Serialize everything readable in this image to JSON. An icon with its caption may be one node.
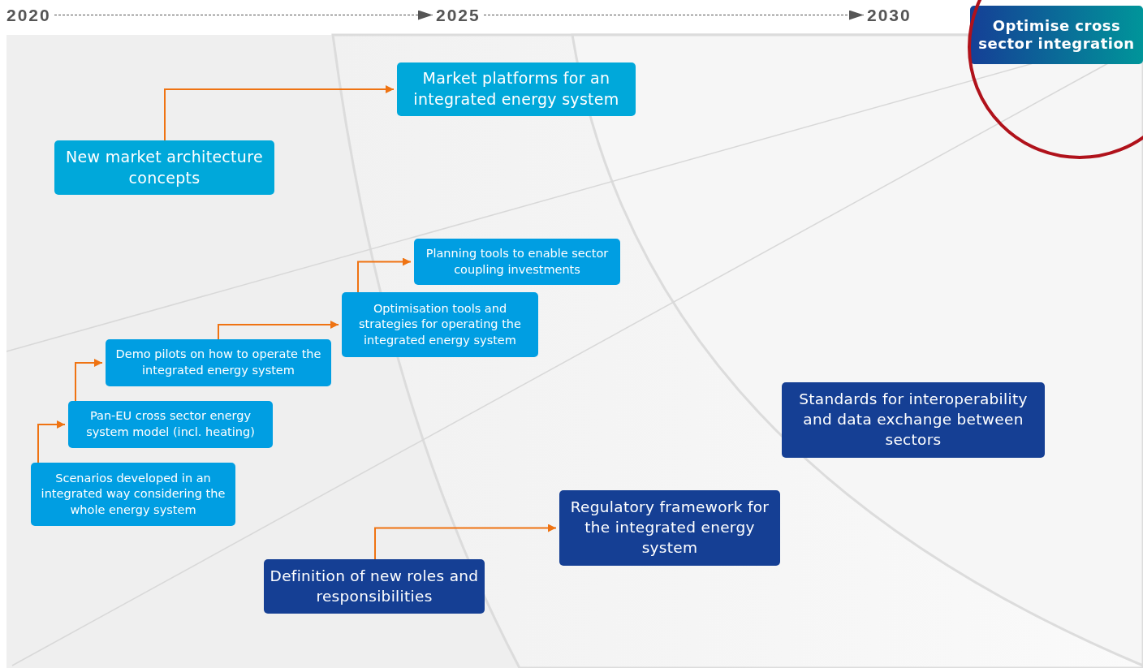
{
  "diagram": {
    "nodes": [
      {
        "text": [
          "2020"
        ]
      },
      {
        "text": [
          "2025"
        ]
      },
      {
        "text": [
          "2030"
        ]
      },
      {
        "text": [
          "Optimise cross sector integration"
        ]
      },
      {
        "text": [
          "Market platforms for an integrated energy system"
        ]
      },
      {
        "text": [
          "New market architecture concepts"
        ]
      },
      {
        "text": [
          "Planning tools to enable sector coupling investments"
        ]
      },
      {
        "text": [
          "Optimisation tools and strategies for operating the integrated energy system"
        ]
      },
      {
        "text": [
          "Demo pilots on how to operate the integrated energy system"
        ]
      },
      {
        "text": [
          "Pan-EU cross sector energy system model (incl. heating)"
        ]
      },
      {
        "text": [
          "Scenarios developed in an integrated way considering the whole energy system"
        ]
      },
      {
        "text": [
          "Standards for interoperability and data exchange between sectors"
        ]
      },
      {
        "text": [
          "Regulatory framework for the integrated energy system"
        ]
      },
      {
        "text": [
          "Definition of new roles and responsibilities"
        ]
      }
    ],
    "edges": [
      {
        "from": 0,
        "to": 1,
        "arrow": "to",
        "style": "dashed",
        "color": "#555555"
      },
      {
        "from": 1,
        "to": 2,
        "arrow": "to",
        "style": "dashed",
        "color": "#555555"
      },
      {
        "from": 5,
        "to": 4,
        "arrow": "to"
      },
      {
        "from": 10,
        "to": 9,
        "arrow": "to"
      },
      {
        "from": 9,
        "to": 8,
        "arrow": "to"
      },
      {
        "from": 8,
        "to": 7,
        "arrow": "to"
      },
      {
        "from": 7,
        "to": 6,
        "arrow": "to"
      },
      {
        "from": 13,
        "to": 12,
        "arrow": "to"
      }
    ]
  }
}
